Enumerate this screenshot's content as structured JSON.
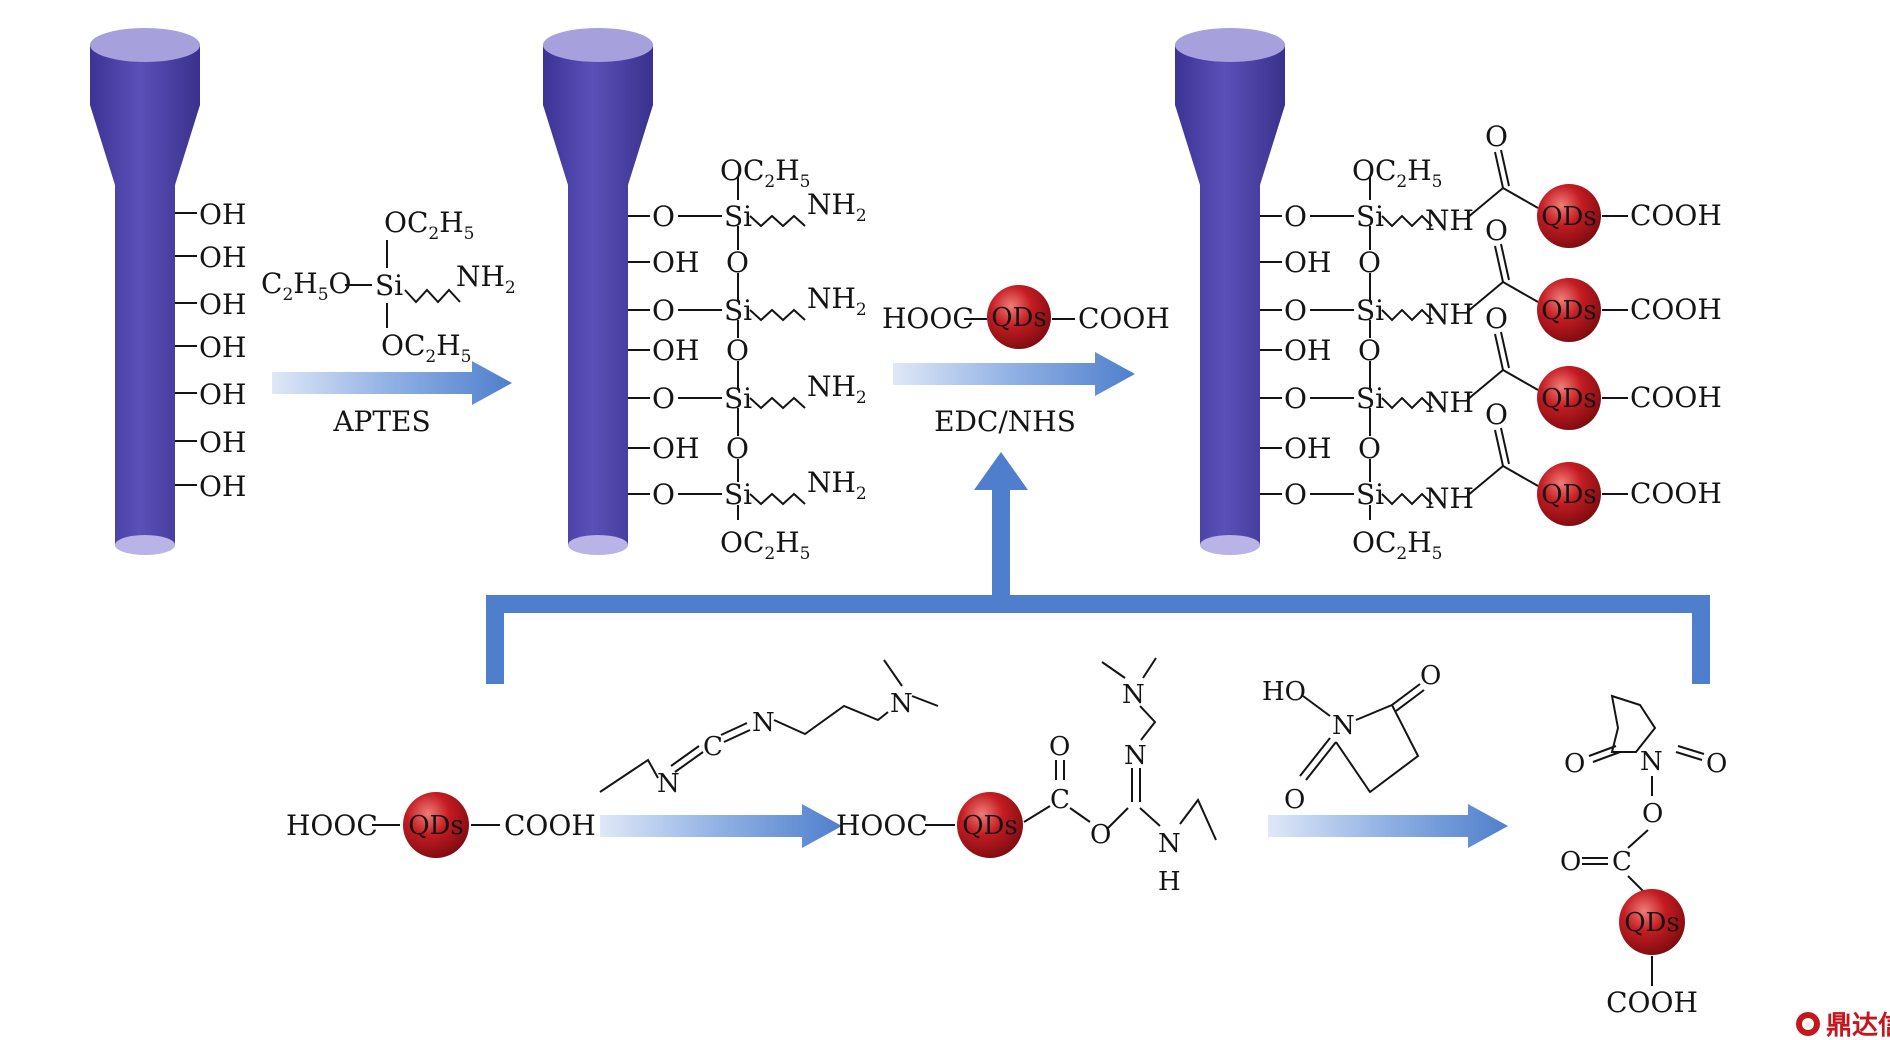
{
  "colors": {
    "fiber": "#4a3fa3",
    "fiber_top": "#a6a0dc",
    "arrow": "#4f7fcc",
    "qd": "#c41c22",
    "watermark": "#c4161c"
  },
  "labels": {
    "oh": "OH",
    "o": "O",
    "si": "Si",
    "nh2": "NH",
    "nh": "NH",
    "oc2h5": "OC",
    "c2h5o": "C",
    "qds": "QDs",
    "hooc": "HOOC",
    "cooh": "COOH",
    "n": "N",
    "h": "H",
    "c": "C",
    "ho": "HO",
    "sub2": "2",
    "sub5": "5",
    "c2h5o_tail": "H",
    "c2h5o_end": "O"
  },
  "arrows": {
    "aptes": "APTES",
    "edc_nhs": "EDC/NHS"
  },
  "watermark": {
    "text": "鼎达信",
    "icon": "logo-icon"
  }
}
